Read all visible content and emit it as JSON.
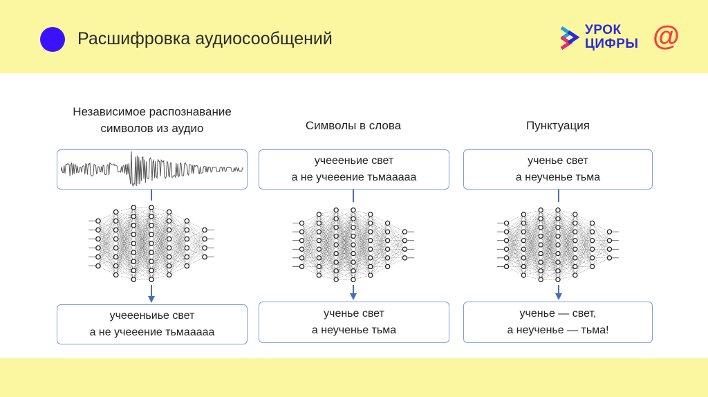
{
  "header": {
    "title": "Расшифровка аудиосообщений",
    "logo_line1": "УРОК",
    "logo_line2": "ЦИФРЫ",
    "logo_symbol": "@",
    "accent_color": "#3b12ff",
    "logo_color": "#2a2bd8",
    "logo_symbol_color": "#ff3a3a"
  },
  "columns": [
    {
      "title_line1": "Независимое распознавание",
      "title_line2": "символов из аудио",
      "input_icon": "waveform",
      "output_line1": "учеееньиье свет",
      "output_line2": "а не учееение тьмааааа"
    },
    {
      "title_line1": "Символы в слова",
      "input_line1": "учеееньие свет",
      "input_line2": "а не учееение тьмааааа",
      "output_line1": "ученье свет",
      "output_line2": "а неученье тьма"
    },
    {
      "title_line1": "Пунктуация",
      "input_line1": "ученье свет",
      "input_line2": "а неученье тьма",
      "output_line1": "ученье — свет,",
      "output_line2": "а неученье — тьма!"
    }
  ],
  "colors": {
    "box_border": "#7aa0d6",
    "arrow": "#4a6fb5",
    "network": "#333333"
  }
}
